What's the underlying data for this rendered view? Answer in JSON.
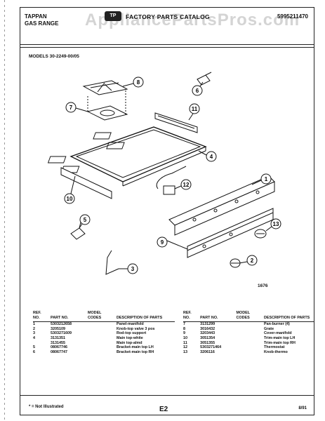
{
  "watermark": "AppliancePartsPros.com",
  "header": {
    "brand_line1": "TAPPAN",
    "brand_line2": "GAS RANGE",
    "title": "FACTORY PARTS CATALOG",
    "part_number": "5995211470"
  },
  "models_label": "MODELS 30-2249-00/05",
  "figure_number": "1676",
  "callouts": [
    "1",
    "2",
    "3",
    "4",
    "5",
    "6",
    "7",
    "8",
    "9",
    "10",
    "11",
    "12",
    "13"
  ],
  "table_headers": {
    "ref": "REF. NO.",
    "part": "PART NO.",
    "model": "MODEL CODES",
    "desc": "DESCRIPTION OF PARTS"
  },
  "parts_left": [
    {
      "ref": "1",
      "part": "5303212658",
      "model": "",
      "desc": "Panel-manifold"
    },
    {
      "ref": "2",
      "part": "3205109",
      "model": "",
      "desc": "Knob-top valve 3 pos"
    },
    {
      "ref": "3",
      "part": "5303271609",
      "model": "",
      "desc": "Rod-top support"
    },
    {
      "ref": "4",
      "part": "3131351",
      "model": "",
      "desc": "Main top-white"
    },
    {
      "ref": "",
      "part": "3131455",
      "model": "",
      "desc": "Main top-almd"
    },
    {
      "ref": "5",
      "part": "08067746",
      "model": "",
      "desc": "Bracket-main top LH"
    },
    {
      "ref": "6",
      "part": "08067747",
      "model": "",
      "desc": "Bracket-main top RH"
    }
  ],
  "parts_right": [
    {
      "ref": "7",
      "part": "3131299",
      "model": "",
      "desc": "Pan-burner (4)"
    },
    {
      "ref": "8",
      "part": "3016432",
      "model": "",
      "desc": "Grate"
    },
    {
      "ref": "9",
      "part": "3203443",
      "model": "",
      "desc": "Cover-manifold"
    },
    {
      "ref": "10",
      "part": "3051354",
      "model": "",
      "desc": "Trim-main top LH"
    },
    {
      "ref": "11",
      "part": "3051355",
      "model": "",
      "desc": "Trim-main top RH"
    },
    {
      "ref": "12",
      "part": "5303271464",
      "model": "",
      "desc": "Thermostat"
    },
    {
      "ref": "13",
      "part": "3206116",
      "model": "",
      "desc": "Knob-thermo"
    }
  ],
  "footnote": "* = Not Illustrated",
  "page_label": "E2",
  "page_date": "8/91"
}
